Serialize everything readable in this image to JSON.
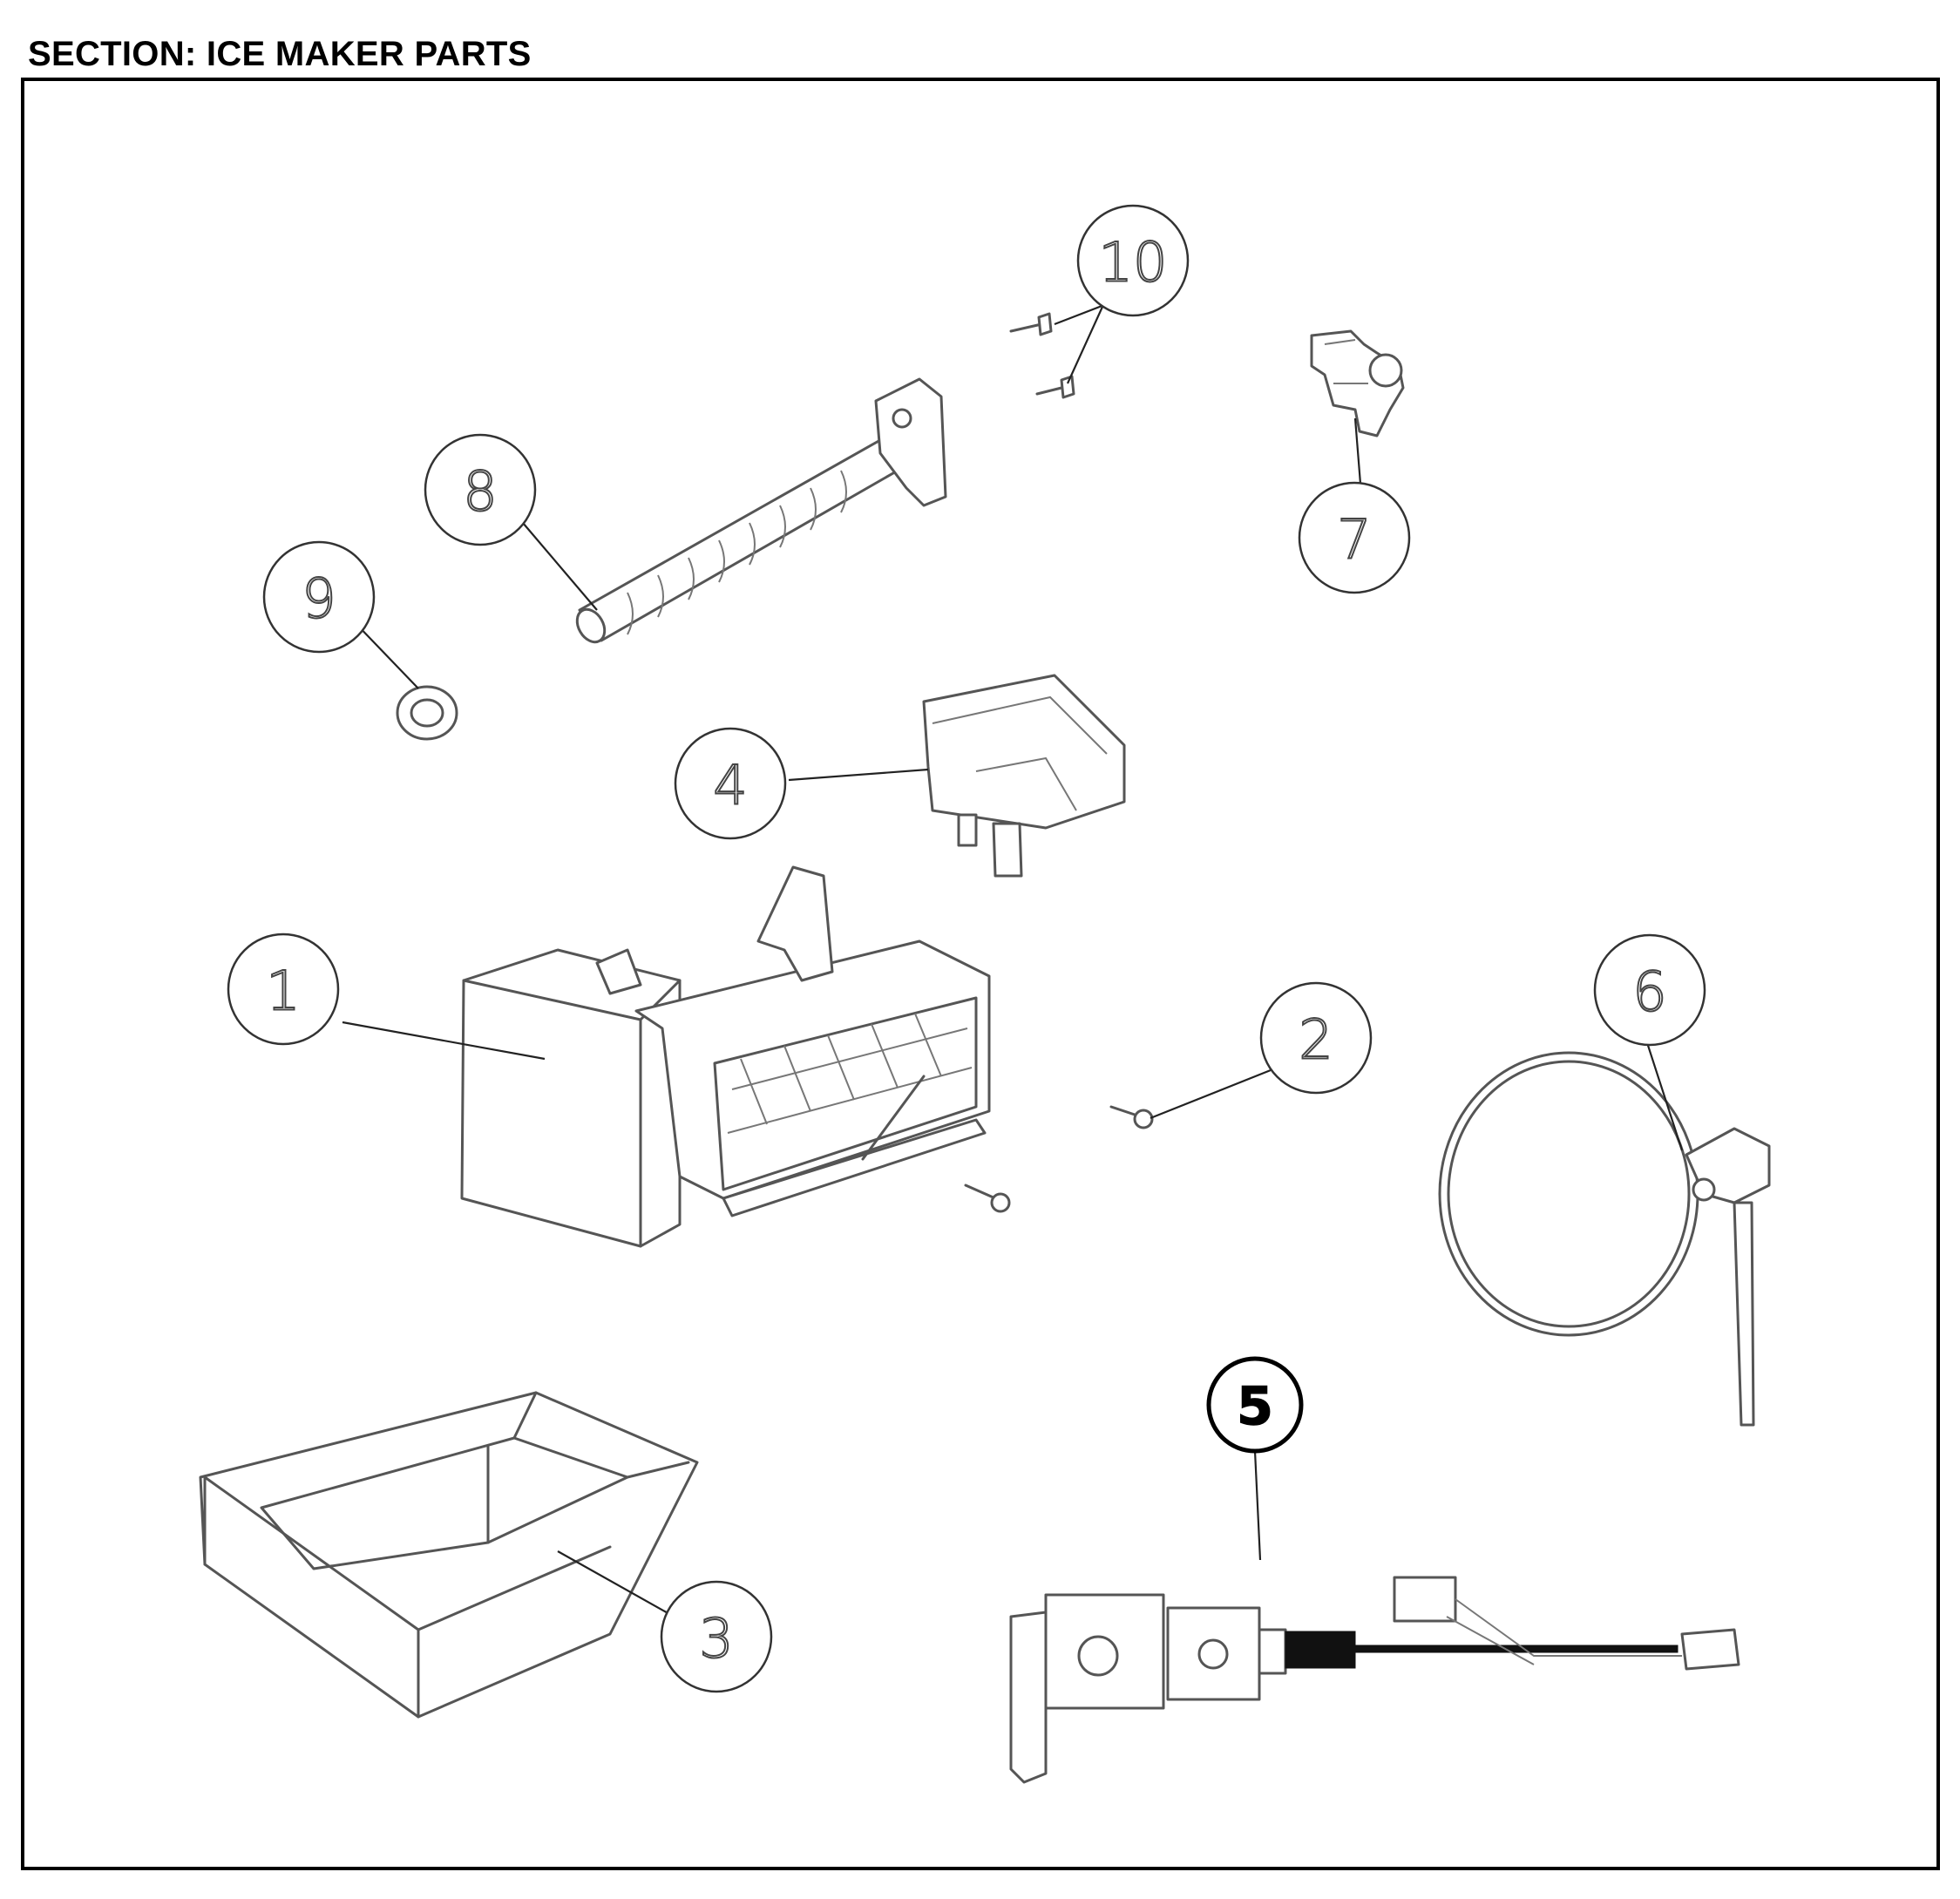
{
  "section_title": "SECTION: ICE MAKER PARTS",
  "callouts": {
    "c1": "1",
    "c2": "2",
    "c3": "3",
    "c4": "4",
    "c5": "5",
    "c6": "6",
    "c7": "7",
    "c8": "8",
    "c9": "9",
    "c10": "10"
  }
}
